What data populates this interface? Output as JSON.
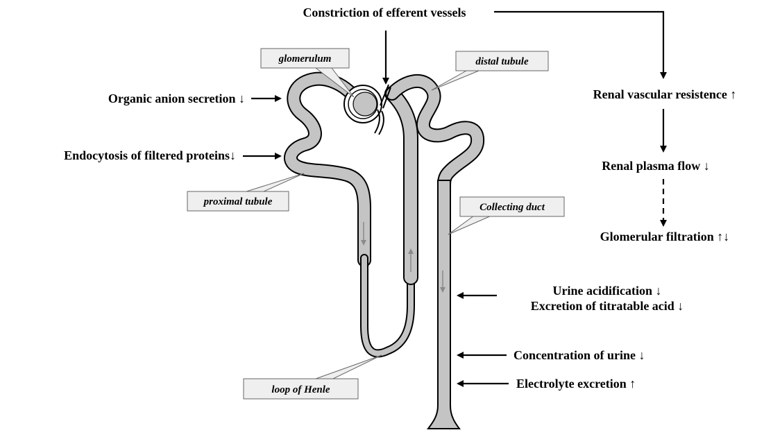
{
  "top_label": "Constriction of efferent vessels",
  "structure_labels": {
    "glomerulum": "glomerulum",
    "distal_tubule": "distal tubule",
    "proximal_tubule": "proximal tubule",
    "collecting_duct": "Collecting duct",
    "loop_of_henle": "loop of Henle"
  },
  "left_effects": [
    "Organic anion secretion ↓",
    "Endocytosis of filtered proteins↓"
  ],
  "right_chain": [
    "Renal vascular resistence ↑",
    "Renal plasma flow ↓",
    "Glomerular filtration ↑↓"
  ],
  "duct_effects": {
    "acidification": "Urine acidification ↓",
    "titratable_acid": "Excretion of titratable acid ↓",
    "concentration": "Concentration of urine  ↓",
    "electrolyte": "Electrolyte excretion ↑"
  },
  "colors": {
    "tube_fill": "#c4c4c4",
    "tube_outline": "#000000",
    "label_box": "#efefef",
    "flow_arrow": "#8a8a8a"
  }
}
